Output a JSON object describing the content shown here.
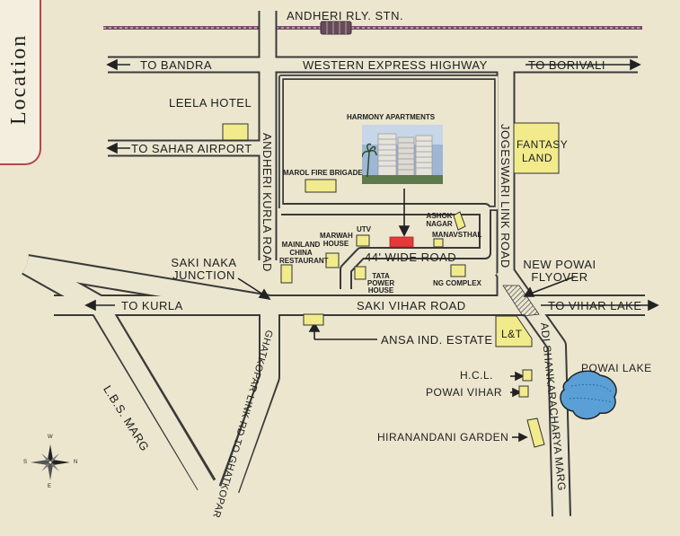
{
  "tab": {
    "title": "Location"
  },
  "project": {
    "name": "HARMONY APARTMENTS",
    "marker_color": "#e5393a"
  },
  "colors": {
    "background": "#ece6cf",
    "road_fill": "#ebe6d0",
    "road_edge": "#3a3a3a",
    "landmark_fill": "#f1eb8b",
    "railway": "#7a4b6c",
    "lake": "#5a9fd6",
    "tab_border": "#b7474a"
  },
  "roads": {
    "rly_station": "ANDHERI RLY. STN.",
    "weh": "WESTERN EXPRESS HIGHWAY",
    "to_bandra": "TO BANDRA",
    "to_borivali": "TO BORIVALI",
    "to_sahar": "TO SAHAR AIRPORT",
    "andheri_kurla": "ANDHERI KURLA ROAD",
    "jogeshwari_link": "JOGESWARI LINK ROAD",
    "wide_road": "44' WIDE ROAD",
    "saki_naka": "SAKI NAKA\nJUNCTION",
    "to_kurla": "TO KURLA",
    "saki_vihar": "SAKI VIHAR ROAD",
    "to_vihar_lake": "TO VIHAR LAKE",
    "new_powai_flyover": "NEW POWAI\nFLYOVER",
    "lbs_marg": "L.B.S. MARG",
    "ghatkopar_link": "GHATKOPAR LINK RD TO GHATKOPAR",
    "adi_shankaracharya": "ADI SHANKARACHARYA MARG"
  },
  "landmarks": {
    "leela": "LEELA HOTEL",
    "marol_fire": "MAROL FIRE BRIGADE",
    "ashok_nagar": "ASHOK\nNAGAR",
    "manavsthal": "MANAVSTHAL",
    "utv": "UTV",
    "marwah": "MARWAH\nHOUSE",
    "mainland": "MAINLAND\nCHINA\nRESTAURANT",
    "tata_power": "TATA\nPOWER\nHOUSE",
    "ng_complex": "NG COMPLEX",
    "fantasy": "FANTASY\nLAND",
    "ansa": "ANSA IND. ESTATE",
    "lt": "L&T",
    "hcl": "H.C.L.",
    "powai_vihar": "POWAI VIHAR",
    "powai_lake": "POWAI LAKE",
    "hiranandani": "HIRANANDANI GARDEN"
  },
  "compass": {
    "n": "N",
    "s": "S",
    "e": "E",
    "w": "W"
  }
}
